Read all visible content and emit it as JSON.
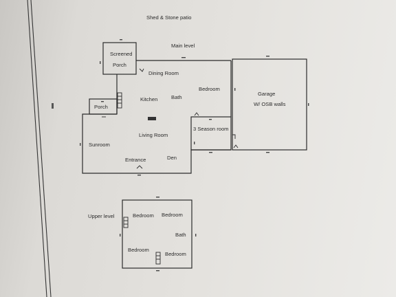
{
  "title": "Shed & Stone patio",
  "main_level_label": "Main level",
  "upper_level_label": "Upper level",
  "rooms": {
    "screened": "Screened",
    "porch_upper": "Porch",
    "dining_room": "Dining Room",
    "kitchen": "Kitchen",
    "bath_main": "Bath",
    "bedroom_main": "Bedroom",
    "garage": "Garage",
    "garage_walls": "W/ OSB walls",
    "porch_small": "Porch",
    "three_season": "3 Season room",
    "living_room": "Living Room",
    "sunroom": "Sunroom",
    "entrance": "Entrance",
    "den": "Den",
    "up_bedroom_1": "Bedroom",
    "up_bedroom_2": "Bedroom",
    "up_bath": "Bath",
    "up_bedroom_3": "Bedroom",
    "up_bedroom_4": "Bedroom"
  }
}
